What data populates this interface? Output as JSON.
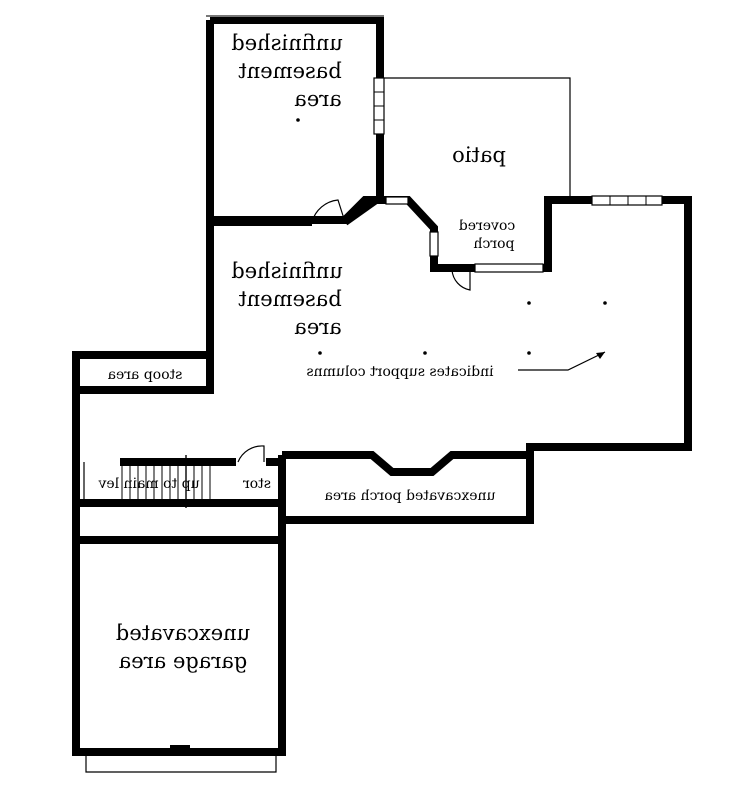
{
  "rooms": {
    "basement_top": [
      "unfinished",
      "basement",
      "area"
    ],
    "patio": "patio",
    "covered_porch": [
      "covered",
      "porch"
    ],
    "basement_main": [
      "unfinished",
      "basement",
      "area"
    ],
    "stoop": "stoop area",
    "support_note": "indicates support columns",
    "stairs": "up to main lev",
    "stor": "stor",
    "porch_unexcavated": "unexcavated porch area",
    "garage": [
      "unexcavated",
      "garage area"
    ]
  }
}
